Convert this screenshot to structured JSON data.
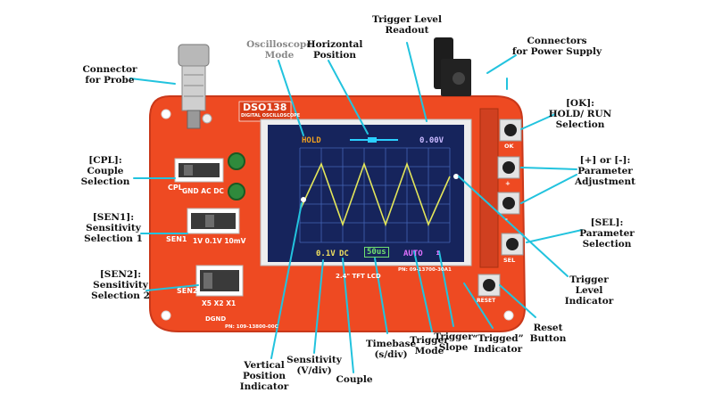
{
  "board": {
    "model": "DSO138",
    "subtitle": "DIGITAL OSCILLOSCOPE",
    "lcd_label": "2.4\" TFT LCD",
    "pn_top": "PN: 09-13700-30A1",
    "pn_bottom": "PN: 109-13800-00C",
    "power_label": "9V",
    "gnd_label": "DGND",
    "reset_silk": "RESET"
  },
  "screen": {
    "mode": "HOLD",
    "trigger_level": "0.00V",
    "sensitivity": "0.1V",
    "couple": "DC",
    "timebase": "50us",
    "trigger_mode": "AUTO"
  },
  "switches": {
    "cpl_silk": "CPL",
    "cpl_options": "GND AC DC",
    "sen1_silk": "SEN1",
    "sen1_options": "1V 0.1V 10mV",
    "sen2_silk": "SEN2",
    "sen2_options": "X5 X2 X1"
  },
  "buttons": {
    "ok": "OK",
    "plus": "+",
    "minus": "-",
    "sel": "SEL"
  },
  "labels": {
    "connector_probe": [
      "Connector",
      "for Probe"
    ],
    "oscilloscope_mode": [
      "Oscilloscope",
      "Mode"
    ],
    "horizontal_position": [
      "Horizontal",
      "Position"
    ],
    "trigger_level_readout": [
      "Trigger Level",
      "Readout"
    ],
    "connectors_power": [
      "Connectors",
      "for Power Supply"
    ],
    "ok_hold_run": [
      "[OK]:",
      "HOLD/ RUN",
      "Selection"
    ],
    "parameter_adjustment": [
      "[+] or [-]:",
      "Parameter",
      "Adjustment"
    ],
    "sel_parameter": [
      "[SEL]:",
      "Parameter",
      "Selection"
    ],
    "trigger_level_indicator": [
      "Trigger",
      "Level",
      "Indicator"
    ],
    "reset_button": [
      "Reset",
      "Button"
    ],
    "trigged_indicator": [
      "“Trigged”",
      "Indicator"
    ],
    "trigger_slope": [
      "Trigger",
      "Slope"
    ],
    "trigger_mode": [
      "Trigger",
      "Mode"
    ],
    "timebase": [
      "Timebase",
      "(s/div)"
    ],
    "couple": [
      "Couple"
    ],
    "sensitivity": [
      "Sensitivity",
      "(V/div)"
    ],
    "vertical_position": [
      "Vertical",
      "Position",
      "Indicator"
    ],
    "cpl_couple": [
      "[CPL]:",
      "Couple",
      "Selection"
    ],
    "sen1_selection": [
      "[SEN1]:",
      "Sensitivity",
      "Selection 1"
    ],
    "sen2_selection": [
      "[SEN2]:",
      "Sensitivity",
      "Selection 2"
    ]
  },
  "colors": {
    "pcb": "#ee4a22",
    "pcb_edge": "#c9381a",
    "screen_bg": "#16245c",
    "grid": "#4d6fc4",
    "trace": "#e3e65a",
    "callout": "#22c3de",
    "hold_text": "#f0a020",
    "readout_text": "#c8b8ff",
    "sensitivity_text": "#f0e060",
    "timebase_text": "#70e070",
    "auto_text": "#e070ff"
  }
}
